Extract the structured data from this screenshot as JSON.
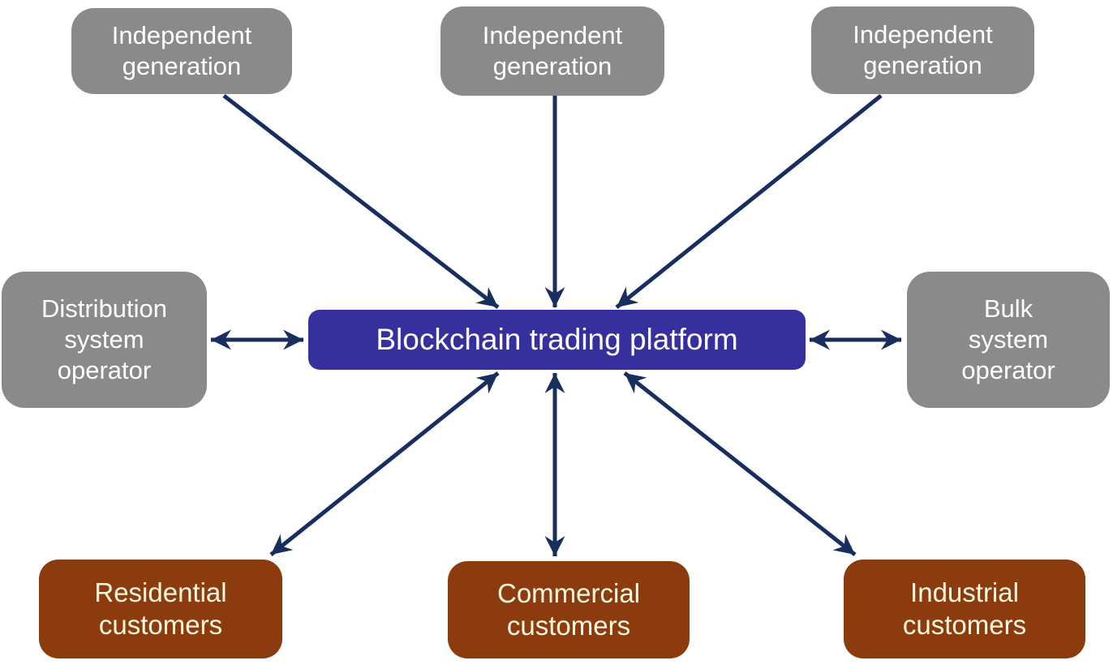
{
  "colors": {
    "generator_operator_fill": "#8A8A8A",
    "platform_fill": "#36309E",
    "customer_fill": "#8C3B0E",
    "arrow": "#172E5E",
    "generator_operator_text": "#FFFFFF",
    "platform_text": "#FFFFFF",
    "customer_text": "#FFF8E1"
  },
  "nodes": {
    "platform": {
      "label": "Blockchain trading platform"
    },
    "generators": [
      {
        "label": "Independent\ngeneration"
      },
      {
        "label": "Independent\ngeneration"
      },
      {
        "label": "Independent\ngeneration"
      }
    ],
    "operators": [
      {
        "label": "Distribution\nsystem\noperator"
      },
      {
        "label": "Bulk\nsystem\noperator"
      }
    ],
    "customers": [
      {
        "label": "Residential\ncustomers"
      },
      {
        "label": "Commercial\ncustomers"
      },
      {
        "label": "Industrial\ncustomers"
      }
    ]
  },
  "connections": [
    {
      "from": "independent-generation-1",
      "to": "platform",
      "bidirectional": false
    },
    {
      "from": "independent-generation-2",
      "to": "platform",
      "bidirectional": false
    },
    {
      "from": "independent-generation-3",
      "to": "platform",
      "bidirectional": false
    },
    {
      "from": "distribution-system-operator",
      "to": "platform",
      "bidirectional": true
    },
    {
      "from": "bulk-system-operator",
      "to": "platform",
      "bidirectional": true
    },
    {
      "from": "platform",
      "to": "residential-customers",
      "bidirectional": true
    },
    {
      "from": "platform",
      "to": "commercial-customers",
      "bidirectional": true
    },
    {
      "from": "platform",
      "to": "industrial-customers",
      "bidirectional": true
    }
  ]
}
